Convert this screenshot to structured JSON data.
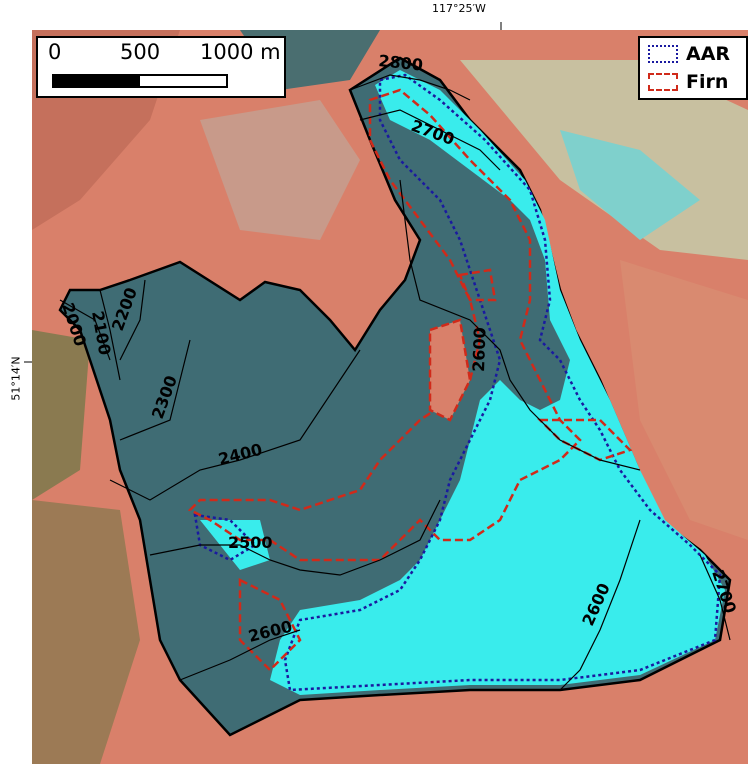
{
  "map": {
    "coordinates": {
      "top_longitude": "117°25′W",
      "left_latitude": "51°14′N"
    },
    "scale_bar": {
      "labels": [
        "0",
        "500",
        "1000 m"
      ]
    },
    "legend": {
      "items": [
        {
          "label": "AAR",
          "style": "dotted",
          "color": "#1a1aa0"
        },
        {
          "label": "Firn",
          "style": "dashed",
          "color": "#d02a1a"
        }
      ]
    },
    "contours": [
      {
        "label": "2000"
      },
      {
        "label": "2100"
      },
      {
        "label": "2200"
      },
      {
        "label": "2300"
      },
      {
        "label": "2400"
      },
      {
        "label": "2500"
      },
      {
        "label": "2600"
      },
      {
        "label": "2600"
      },
      {
        "label": "2600"
      },
      {
        "label": "2700"
      },
      {
        "label": "2700"
      },
      {
        "label": "2800"
      }
    ],
    "colors": {
      "terrain": "#d9806a",
      "glacier_ice": "#39ecec",
      "debris_ice": "#3f6c74",
      "vegetation": "#b8a23a",
      "outline": "#000000"
    }
  }
}
